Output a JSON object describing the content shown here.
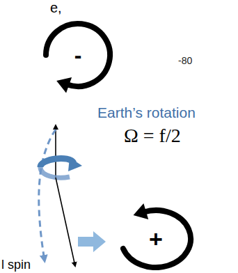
{
  "diagram": {
    "nodes": [
      {
        "text": [
          "-"
        ]
      },
      {
        "text": [
          "+"
        ]
      }
    ],
    "labels": [
      "e,",
      "-80",
      "Earth’s rotation",
      "Ω = f/2",
      "l spin"
    ]
  }
}
